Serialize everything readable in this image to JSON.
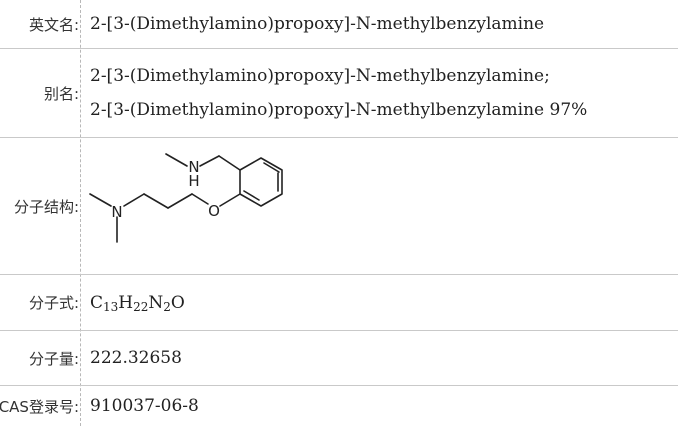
{
  "rows": [
    {
      "label": "英文名:",
      "lines": [
        "2-[3-(Dimethylamino)propoxy]-N-methylbenzylamine"
      ]
    },
    {
      "label": "别名:",
      "lines": [
        "2-[3-(Dimethylamino)propoxy]-N-methylbenzylamine;",
        "2-[3-(Dimethylamino)propoxy]-N-methylbenzylamine 97%"
      ]
    },
    {
      "label": "分子结构:",
      "atoms": {
        "nitrogen": "N",
        "hydrogen": "H",
        "oxygen": "O"
      }
    },
    {
      "label": "分子式:",
      "formula": {
        "c": "C",
        "c_count": "13",
        "h": "H",
        "h_count": "22",
        "n": "N",
        "n_count": "2",
        "o": "O"
      }
    },
    {
      "label": "分子量:",
      "lines": [
        "222.32658"
      ]
    },
    {
      "label": "CAS登录号:",
      "lines": [
        "910037-06-8"
      ]
    }
  ]
}
